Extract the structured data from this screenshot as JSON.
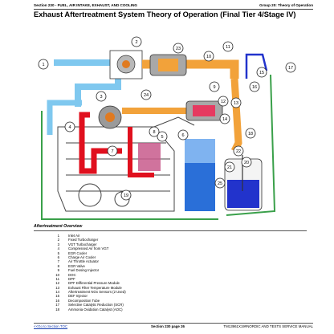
{
  "header": {
    "left": "Section 230 - FUEL, AIR INTAKE, EXHAUST, AND COOLING",
    "right": "Group 20: Theory of Operation"
  },
  "title": "Exhaust Aftertreatment System Theory of Operation (Final Tier 4/Stage IV)",
  "diagram": {
    "callouts": [
      "1",
      "2",
      "3",
      "4",
      "5",
      "6",
      "7",
      "8",
      "9",
      "10",
      "11",
      "12",
      "13",
      "14",
      "15",
      "16",
      "17",
      "18",
      "19",
      "20",
      "21",
      "22",
      "23",
      "24",
      "25"
    ],
    "colors": {
      "intake_air": "#7fc8ef",
      "exhaust": "#f2a23a",
      "charge_air": "#e0101e",
      "egr_cooler": "#c85a8c",
      "def_fluid": "#2233cc",
      "coolant": "#3aa04a",
      "engine_line": "#444444"
    }
  },
  "overview": {
    "title": "Aftertreatment Overview",
    "items": [
      {
        "num": "1",
        "label": "Inlet Air"
      },
      {
        "num": "2",
        "label": "Fixed Turbocharger"
      },
      {
        "num": "3",
        "label": "VGT Turbocharger"
      },
      {
        "num": "4",
        "label": "Compressed Air from VGT"
      },
      {
        "num": "5",
        "label": "EGR Cooler"
      },
      {
        "num": "6",
        "label": "Charge Air Cooler"
      },
      {
        "num": "7",
        "label": "Air Throttle Actuator"
      },
      {
        "num": "8",
        "label": "EGR Valve"
      },
      {
        "num": "9",
        "label": "Fuel Dosing Injector"
      },
      {
        "num": "10",
        "label": "DOC"
      },
      {
        "num": "11",
        "label": "DPF"
      },
      {
        "num": "12",
        "label": "DPF Differential Pressure Module"
      },
      {
        "num": "13",
        "label": "Exhaust Filter Temperature Module"
      },
      {
        "num": "14",
        "label": "Aftertreatment NOx Sensors (2 Used)"
      },
      {
        "num": "15",
        "label": "DEF Injector"
      },
      {
        "num": "16",
        "label": "Decomposition Tube"
      },
      {
        "num": "17",
        "label": "Selective Catalytic Reduction (SCR)"
      },
      {
        "num": "18",
        "label": "Ammonia Oxidation Catalyst (AOC)"
      }
    ]
  },
  "footer": {
    "left": "<<Go to Section TOC",
    "center": "Section 230 page 26",
    "right": "TM13961X19#NORDIC AND TESTS SERVICE MANUAL"
  }
}
